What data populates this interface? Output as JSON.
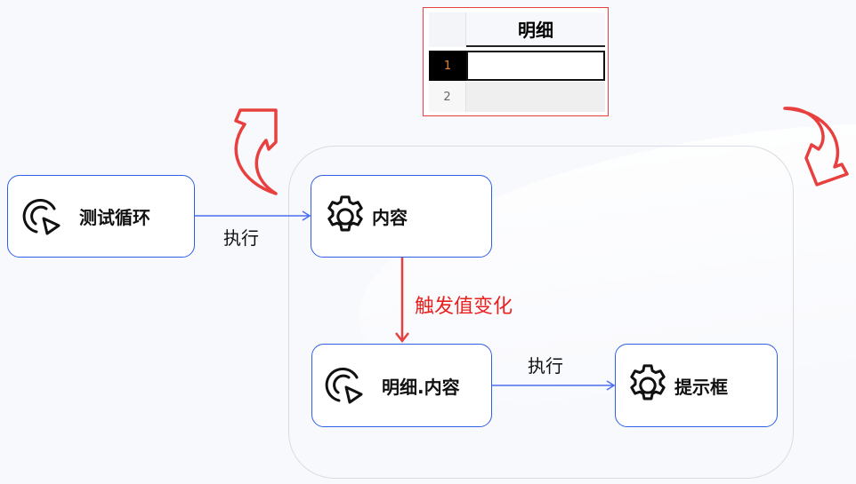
{
  "table": {
    "header": "明细",
    "rows": [
      "1",
      "2"
    ]
  },
  "nodes": {
    "loop": "测试循环",
    "content": "内容",
    "detail_content": "明细.内容",
    "prompt": "提示框"
  },
  "edges": {
    "execute_1": "执行",
    "trigger": "触发值变化",
    "execute_2": "执行"
  },
  "colors": {
    "node_border": "#2f5fe6",
    "accent_red": "#e8403f",
    "edge_blue": "#4a6cf0"
  }
}
